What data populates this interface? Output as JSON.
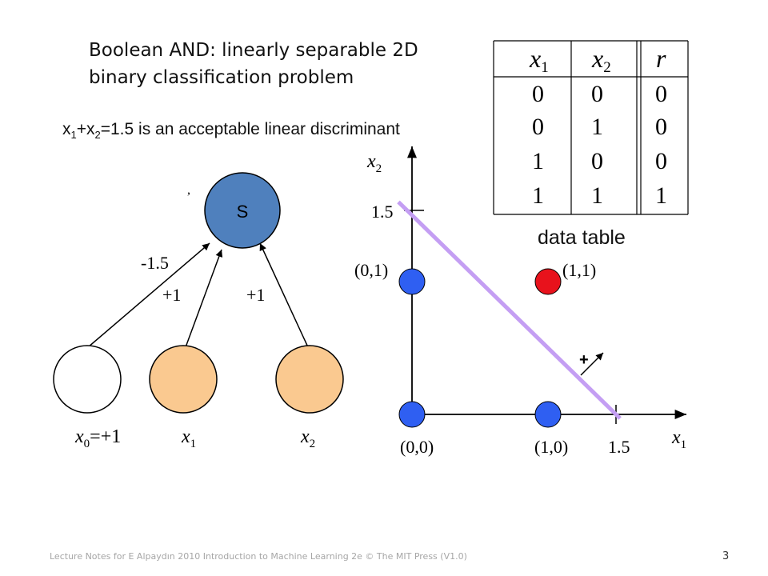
{
  "slide": {
    "title_line1": "Boolean AND: linearly separable 2D",
    "title_line2": "binary classification problem",
    "subtitle": {
      "part1": "x",
      "sub1": "1",
      "part2": "+x",
      "sub2": "2",
      "part3": "=1.5 is an acceptable linear discriminant"
    },
    "footer": "Lecture Notes for E Alpaydın 2010 Introduction to Machine Learning 2e © The MIT Press (V1.0)",
    "page_number": "3"
  },
  "table": {
    "headers": [
      {
        "base": "x",
        "sub": "1"
      },
      {
        "base": "x",
        "sub": "2"
      },
      {
        "base": "r",
        "sub": ""
      }
    ],
    "rows": [
      [
        "0",
        "0",
        "0"
      ],
      [
        "0",
        "1",
        "0"
      ],
      [
        "1",
        "0",
        "0"
      ],
      [
        "1",
        "1",
        "1"
      ]
    ],
    "caption": "data table"
  },
  "network": {
    "output_label": "S",
    "stray_mark": ",",
    "weights": {
      "w0": "-1.5",
      "w1": "+1",
      "w2": "+1"
    },
    "inputs": [
      {
        "base": "x",
        "sub": "0",
        "suffix": "=+1",
        "color": "#ffffff"
      },
      {
        "base": "x",
        "sub": "1",
        "suffix": "",
        "color": "#fac990"
      },
      {
        "base": "x",
        "sub": "2",
        "suffix": "",
        "color": "#fac990"
      }
    ],
    "output_color": "#4f80bd"
  },
  "plot": {
    "x_axis": {
      "base": "x",
      "sub": "1"
    },
    "y_axis": {
      "base": "x",
      "sub": "2"
    },
    "tick_x_label": "1.5",
    "tick_y_label": "1.5",
    "normal_marker": "+",
    "points": [
      {
        "x": 0,
        "y": 0,
        "label": "(0,0)",
        "class": 0,
        "color": "#2f5ff2"
      },
      {
        "x": 0,
        "y": 1,
        "label": "(0,1)",
        "class": 0,
        "color": "#2f5ff2"
      },
      {
        "x": 1,
        "y": 0,
        "label": "(1,0)",
        "class": 0,
        "color": "#2f5ff2"
      },
      {
        "x": 1,
        "y": 1,
        "label": "(1,1)",
        "class": 1,
        "color": "#e8121c"
      }
    ],
    "discriminant": {
      "w1": 1,
      "w2": 1,
      "threshold": 1.5,
      "color": "#c49ef3"
    }
  }
}
